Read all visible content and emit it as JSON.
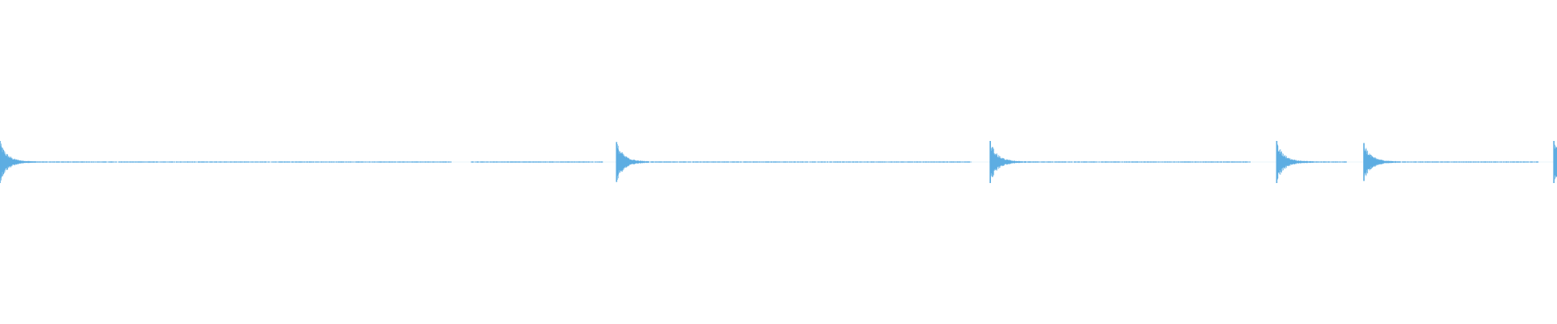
{
  "waveform": {
    "color": "#5dade2",
    "background": "#ffffff",
    "transients": [
      {
        "time": 0.0,
        "peak": 1.0
      },
      {
        "time": 0.396,
        "peak": 0.95
      },
      {
        "time": 0.636,
        "peak": 1.0
      },
      {
        "time": 0.82,
        "peak": 1.0
      },
      {
        "time": 0.876,
        "peak": 0.9
      },
      {
        "time": 0.998,
        "peak": 1.0
      }
    ],
    "gaps": [
      [
        0.29,
        0.302
      ],
      [
        0.387,
        0.396
      ],
      [
        0.624,
        0.636
      ],
      [
        0.803,
        0.82
      ],
      [
        0.865,
        0.876
      ],
      [
        0.988,
        0.998
      ]
    ]
  }
}
